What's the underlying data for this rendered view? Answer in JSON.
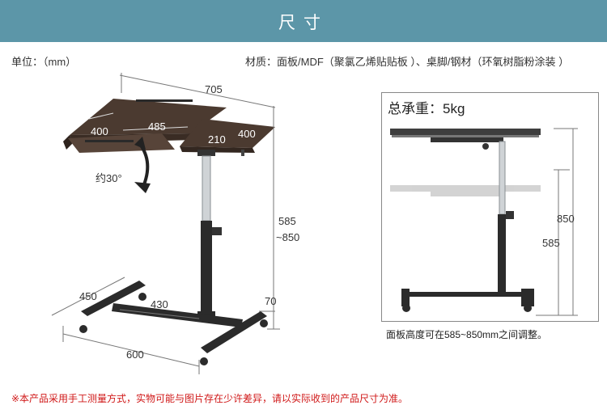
{
  "header": {
    "title": "尺寸"
  },
  "unit_label": "单位：（mm）",
  "material_label": "材质：面板/MDF（聚氯乙烯贴贴板 ）、桌脚/钢材（环氧树脂粉涂装 ）",
  "diagram": {
    "width_total": "705",
    "depth_main": "400",
    "width_main": "485",
    "width_side": "210",
    "depth_side": "400",
    "tilt_angle": "约30°",
    "height_range_top": "585",
    "height_range_bottom": "~850",
    "base_side": "450",
    "base_inner": "430",
    "clearance": "70",
    "base_length": "600"
  },
  "panel": {
    "load_label": "总承重：5kg",
    "height_high": "850",
    "height_low": "585"
  },
  "caption": "面板高度可在585~850mm之间调整。",
  "footnote": "※本产品采用手工测量方式，实物可能与图片存在少许差异，请以实际收到的产品尺寸为准。"
}
